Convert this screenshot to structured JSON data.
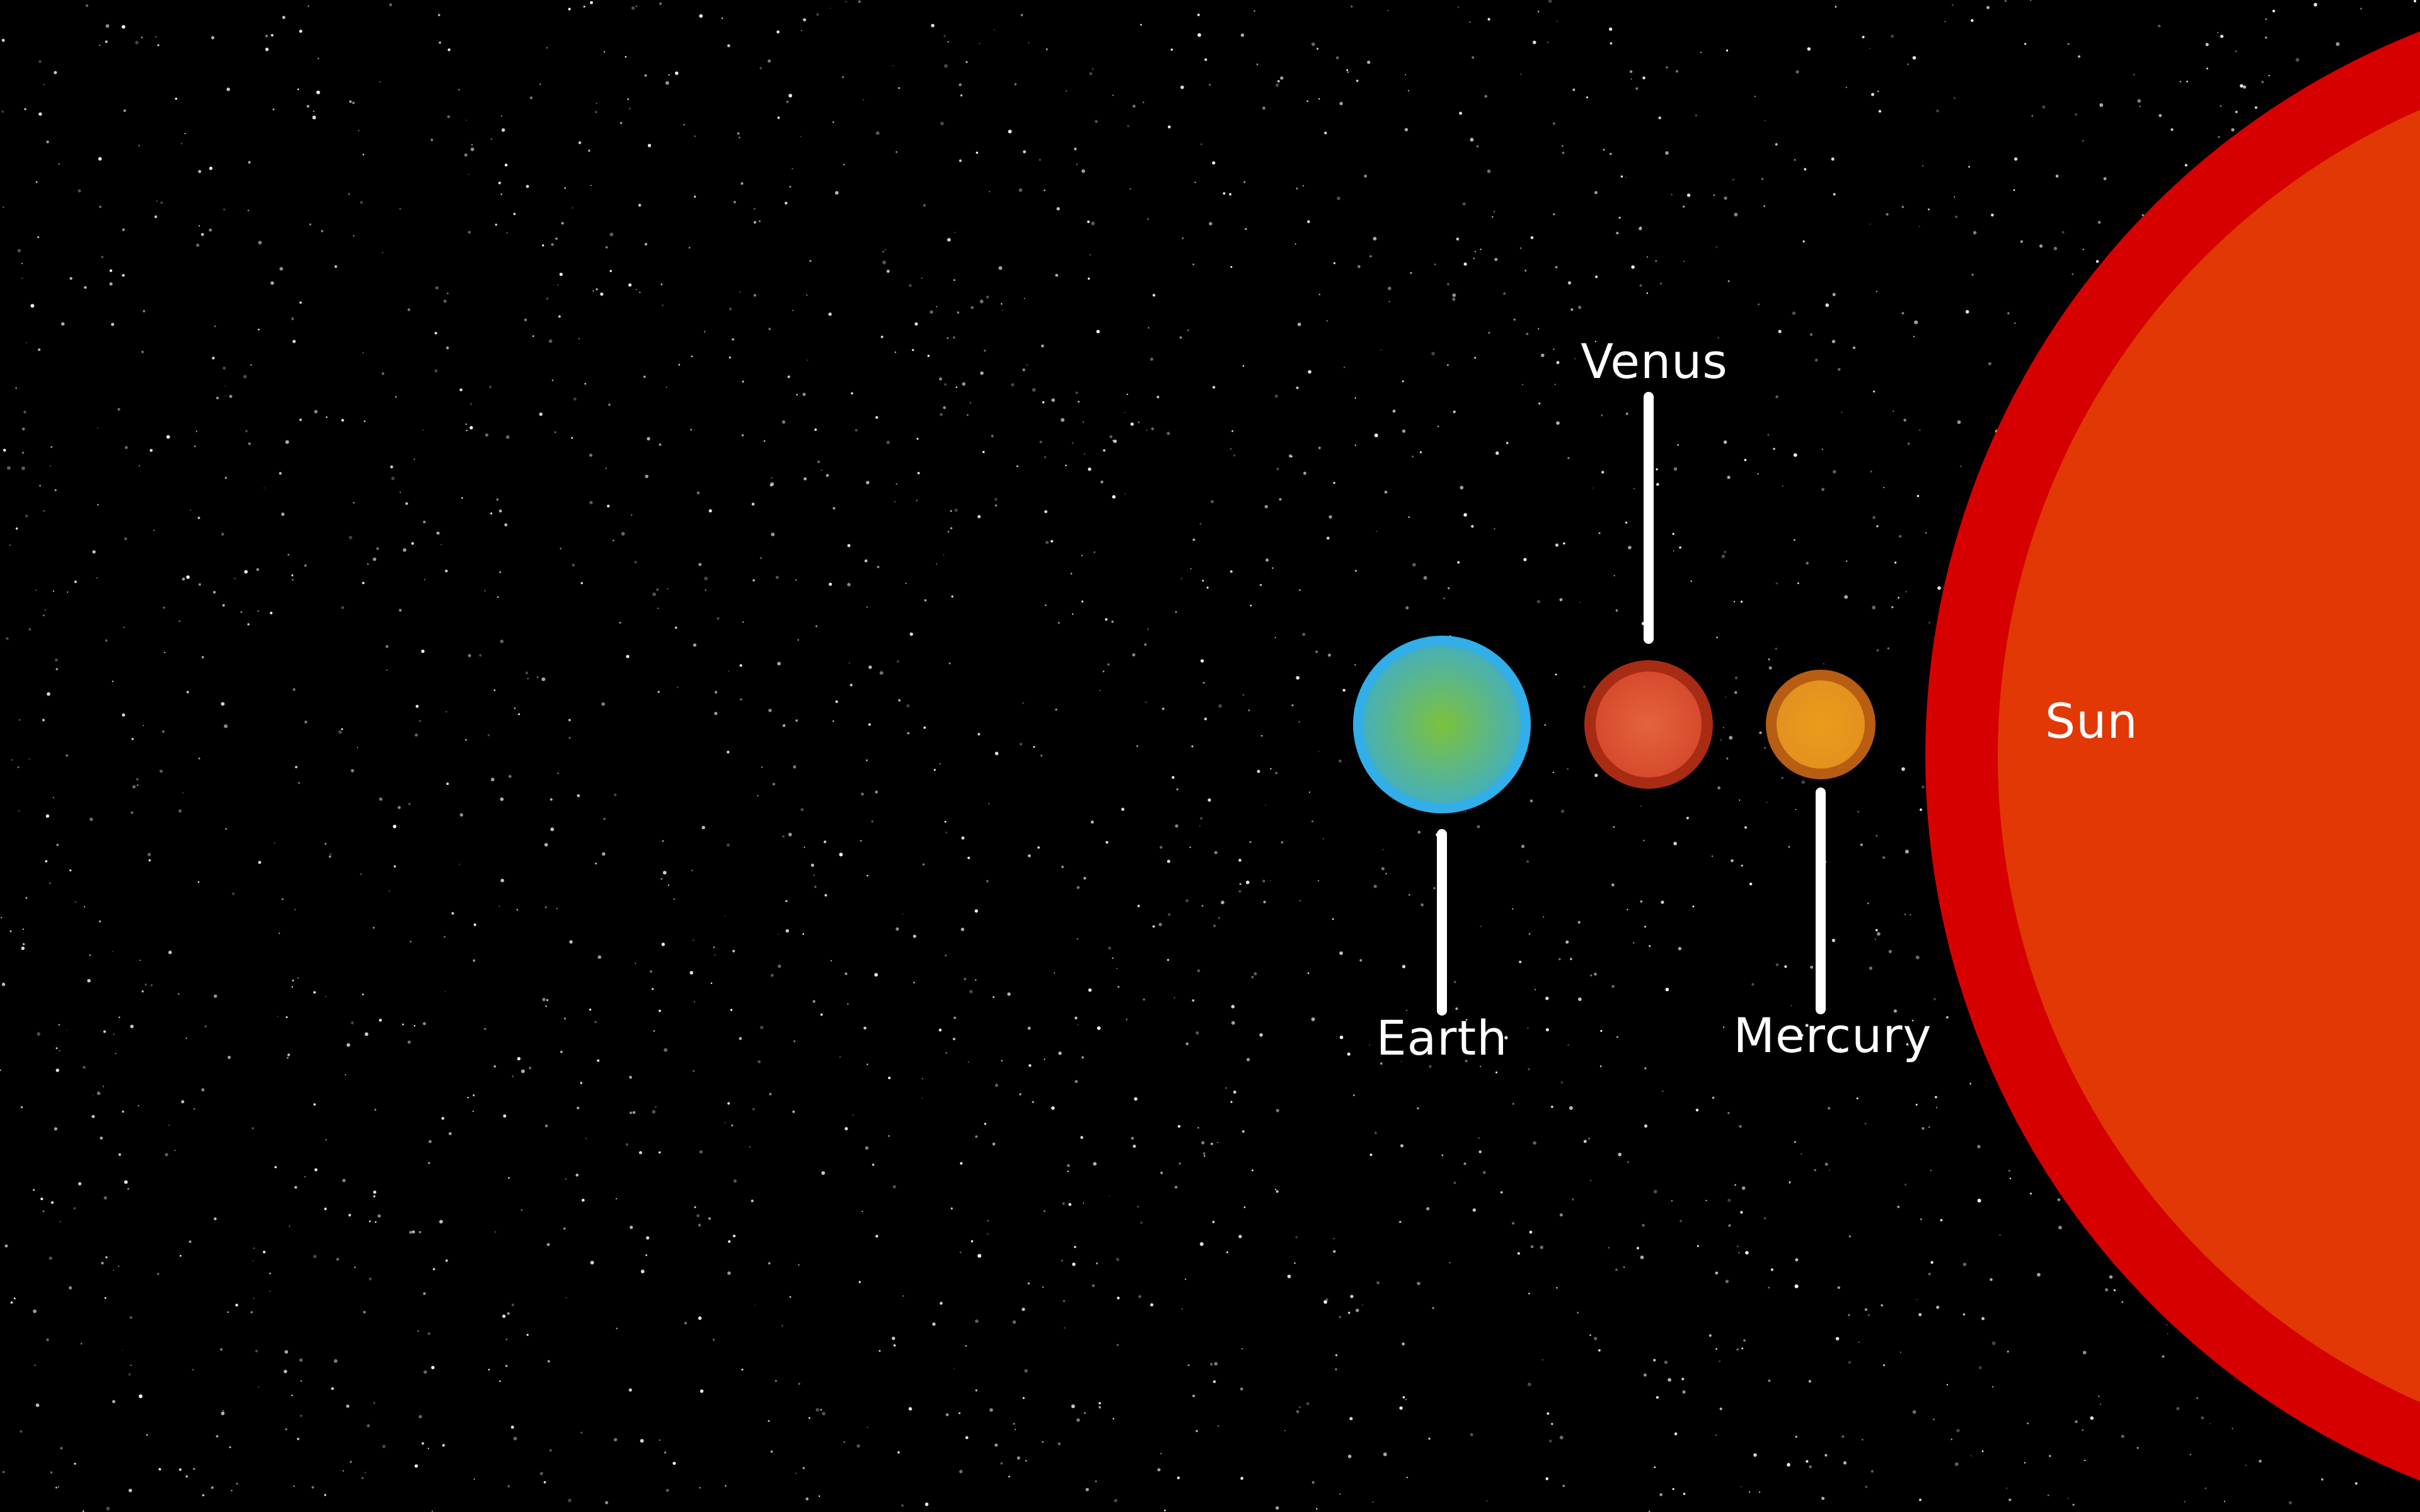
{
  "bodies": {
    "sun": {
      "label": "Sun",
      "rim_color": "#d70000",
      "core_color": "#e23b06",
      "core_edge_color": "#c95a08"
    },
    "mercury": {
      "label": "Mercury",
      "rim_color": "#b85d14",
      "core_color": "#e7991d"
    },
    "venus": {
      "label": "Venus",
      "rim_color": "#a82c14",
      "core_color": "#e0593a"
    },
    "earth": {
      "label": "Earth",
      "rim_color": "#32aee8",
      "core_color": "#7cc23a",
      "core_edge_color": "#47b0b8"
    }
  },
  "colors": {
    "background": "#000000",
    "label_text": "#ffffff",
    "leader_line": "#ffffff",
    "stars": "#ffffff"
  }
}
